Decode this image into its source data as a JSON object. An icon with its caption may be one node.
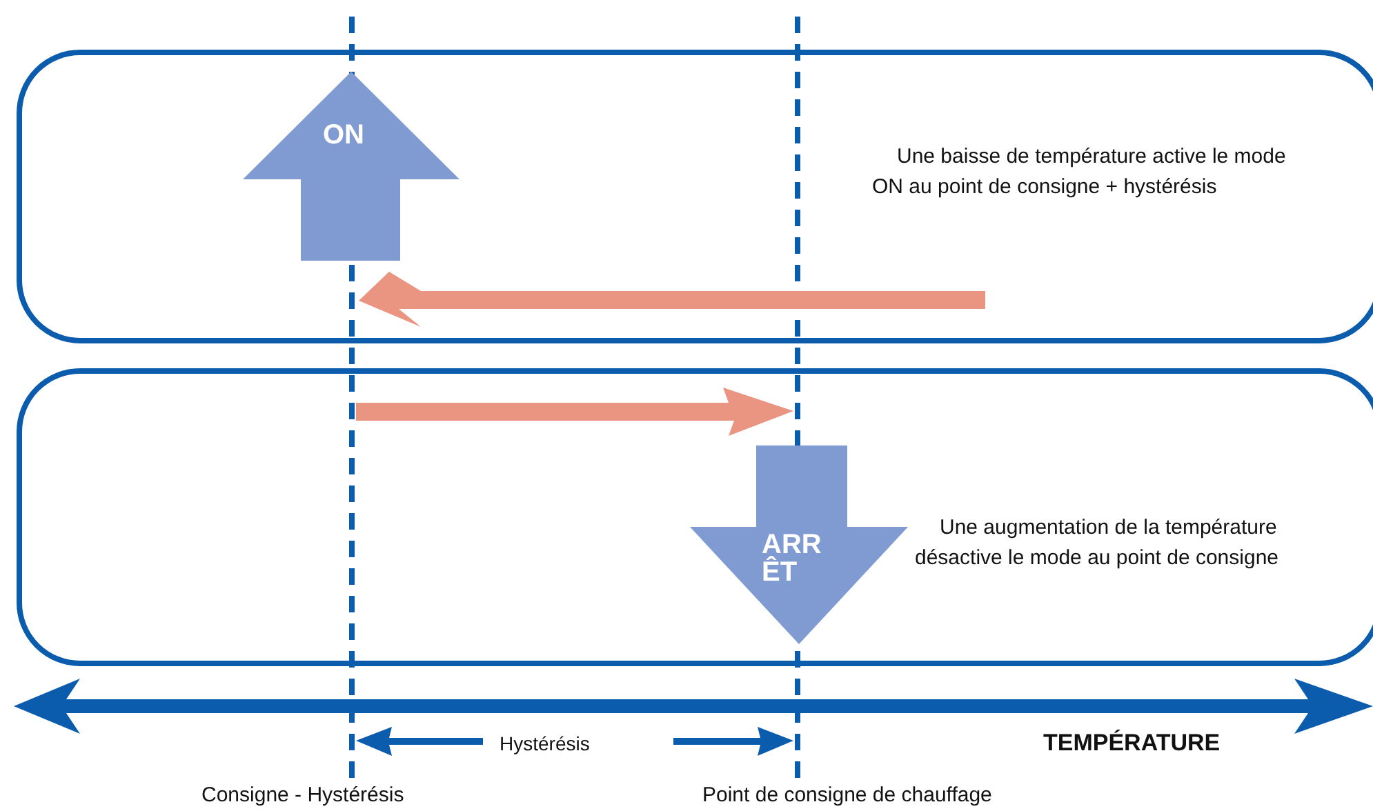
{
  "diagram": {
    "nodes": [
      {
        "text": [
          "Une baisse de température active le mode ON au point de consigne + hystérésis"
        ]
      },
      {
        "text": [
          "ON"
        ],
        "in": 0
      },
      {
        "text": [
          "Une augmentation de la température désactive le mode au point de consigne"
        ]
      },
      {
        "text": [
          "ARRÊT"
        ],
        "in": 2
      }
    ],
    "edges": [],
    "labels": [
      "Hystérésis",
      "TEMPÉRATURE",
      "Consigne - Hystérésis",
      "Point de consigne de chauffage"
    ]
  }
}
